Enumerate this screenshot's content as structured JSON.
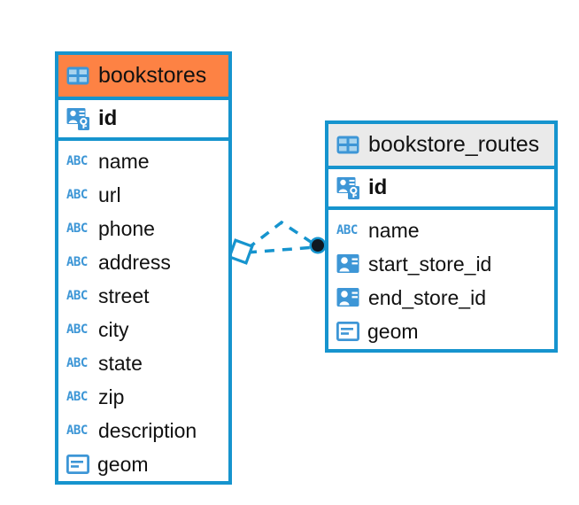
{
  "diagram": {
    "type": "entity-relationship-diagram",
    "background": "#ffffff",
    "accent_blue": "#1694ce",
    "selected_header_color": "#fd8244",
    "unselected_header_color": "#eaeaea",
    "icon_blue": "#3d96d6"
  },
  "entities": [
    {
      "id": "bookstores",
      "title": "bookstores",
      "header_icon": "table-icon",
      "selected": true,
      "primary_key": {
        "name": "id",
        "icon": "primary-key-icon"
      },
      "fields": [
        {
          "name": "name",
          "icon": "text-abc-icon",
          "icon_text": "ABC"
        },
        {
          "name": "url",
          "icon": "text-abc-icon",
          "icon_text": "ABC"
        },
        {
          "name": "phone",
          "icon": "text-abc-icon",
          "icon_text": "ABC"
        },
        {
          "name": "address",
          "icon": "text-abc-icon",
          "icon_text": "ABC"
        },
        {
          "name": "street",
          "icon": "text-abc-icon",
          "icon_text": "ABC"
        },
        {
          "name": "city",
          "icon": "text-abc-icon",
          "icon_text": "ABC"
        },
        {
          "name": "state",
          "icon": "text-abc-icon",
          "icon_text": "ABC"
        },
        {
          "name": "zip",
          "icon": "text-abc-icon",
          "icon_text": "ABC"
        },
        {
          "name": "description",
          "icon": "text-abc-icon",
          "icon_text": "ABC"
        },
        {
          "name": "geom",
          "icon": "geometry-icon",
          "icon_text": ""
        }
      ]
    },
    {
      "id": "bookstore_routes",
      "title": "bookstore_routes",
      "header_icon": "table-icon",
      "selected": false,
      "primary_key": {
        "name": "id",
        "icon": "primary-key-icon"
      },
      "fields": [
        {
          "name": "name",
          "icon": "text-abc-icon",
          "icon_text": "ABC"
        },
        {
          "name": "start_store_id",
          "icon": "foreign-key-icon",
          "icon_text": ""
        },
        {
          "name": "end_store_id",
          "icon": "foreign-key-icon",
          "icon_text": ""
        },
        {
          "name": "geom",
          "icon": "geometry-icon",
          "icon_text": ""
        }
      ]
    }
  ],
  "relationship": {
    "style": "dashed",
    "color": "#1694ce",
    "source_entity": "bookstores",
    "target_entity": "bookstore_routes",
    "source_marker": "diamond",
    "target_marker": "filled-circle"
  }
}
